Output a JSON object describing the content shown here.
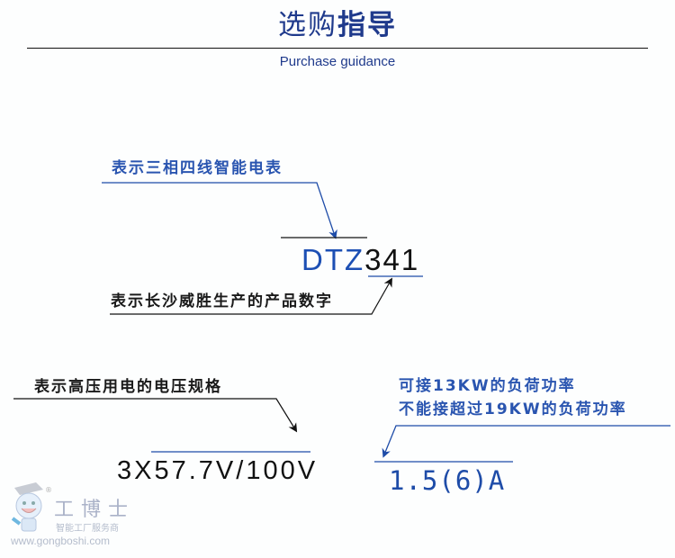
{
  "header": {
    "title_regular": "选购",
    "title_bold": "指导",
    "subtitle": "Purchase guidance"
  },
  "annotations": {
    "meter_type": "表示三相四线智能电表",
    "manufacturer_code": "表示长沙威胜生产的产品数字",
    "voltage_spec": "表示高压用电的电压规格",
    "load_line1": "可接13KW的负荷功率",
    "load_line2": "不能接超过19KW的负荷功率"
  },
  "model": {
    "prefix": "DTZ",
    "code": "341"
  },
  "voltage": "3X57.7V/100V",
  "current": "1.5(6)A",
  "watermark": {
    "brand": "工博士",
    "tagline": "智能工厂服务商",
    "url": "www.gongboshi.com",
    "registered": "®"
  },
  "colors": {
    "title_blue": "#1f3a8c",
    "accent_blue": "#1c4fb4",
    "text_black": "#111111",
    "line_blue": "#1e4ca8"
  }
}
